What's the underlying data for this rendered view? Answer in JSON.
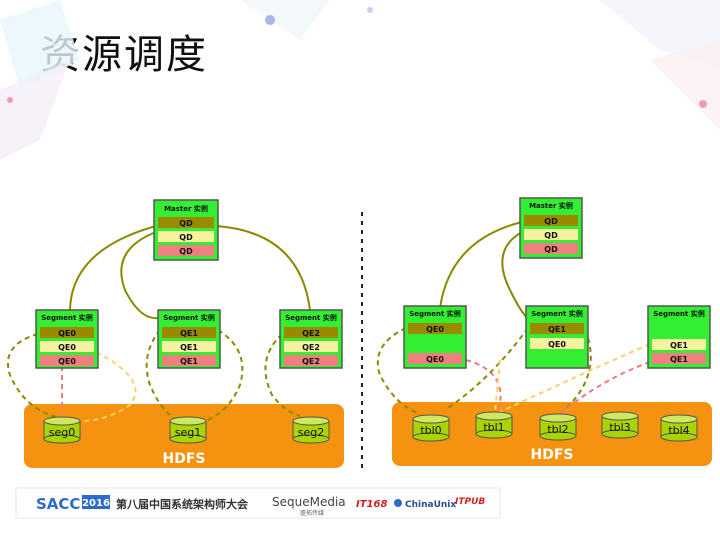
{
  "title": "资源调度",
  "left": {
    "master": {
      "label": "Master 实例",
      "rows": [
        "QD",
        "QD",
        "QD"
      ]
    },
    "segments": [
      {
        "label": "Segment 实例",
        "rows": [
          "QE0",
          "QE0",
          "QE0"
        ]
      },
      {
        "label": "Segment 实例",
        "rows": [
          "QE1",
          "QE1",
          "QE1"
        ]
      },
      {
        "label": "Segment 实例",
        "rows": [
          "QE2",
          "QE2",
          "QE2"
        ]
      }
    ],
    "hdfs": "HDFS",
    "cylinders": [
      "seg0",
      "seg1",
      "seg2"
    ]
  },
  "right": {
    "master": {
      "label": "Master 实例",
      "rows": [
        "QD",
        "QD",
        "QD"
      ]
    },
    "segments": [
      {
        "label": "Segment 实例",
        "rows": [
          "QE0",
          "QE0"
        ]
      },
      {
        "label": "Segment 实例",
        "rows": [
          "QE1",
          "QE0"
        ]
      },
      {
        "label": "Segment 实例",
        "rows": [
          "QE1",
          "QE1"
        ]
      }
    ],
    "hdfs": "HDFS",
    "cylinders": [
      "tbl0",
      "tbl1",
      "tbl2",
      "tbl3",
      "tbl4"
    ]
  },
  "footer": {
    "sacc": "SACC",
    "year": "2016",
    "conference": "第八届中国系统架构师大会",
    "sequemedia": "SequeMedia",
    "sequemedia_sub": "盛拓传媒",
    "it168": "IT168",
    "chinaunix": "ChinaUnix",
    "itpub": "ITPUB"
  },
  "colors": {
    "green": "#33ee33",
    "olive": "#9a8a00",
    "light_yellow": "#f6f2a0",
    "pink": "#f08080",
    "orange": "#f5920f",
    "cyl": "#aad400",
    "curve": "#8a8a00",
    "dash_yellow": "#f6d36b",
    "dash_pink": "#f07a7a"
  }
}
